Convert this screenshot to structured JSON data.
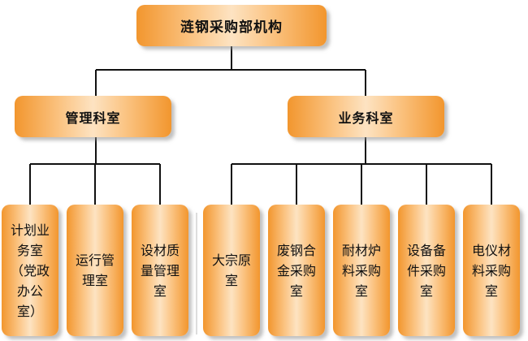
{
  "org": {
    "root": "涟钢采购部机构",
    "branches": [
      {
        "label": "管理科室",
        "children": [
          "计划业务室（党政办公室）",
          "运行管理室",
          "设材质量管理室"
        ]
      },
      {
        "label": "业务科室",
        "children": [
          "大宗原室",
          "废钢合金采购室",
          "耐材炉料采购室",
          "设备备件采购室",
          "电仪材料采购室"
        ]
      }
    ]
  },
  "colors": {
    "node_edge": "#f2962e",
    "node_light": "#fde3c2",
    "connector": "#111111"
  }
}
